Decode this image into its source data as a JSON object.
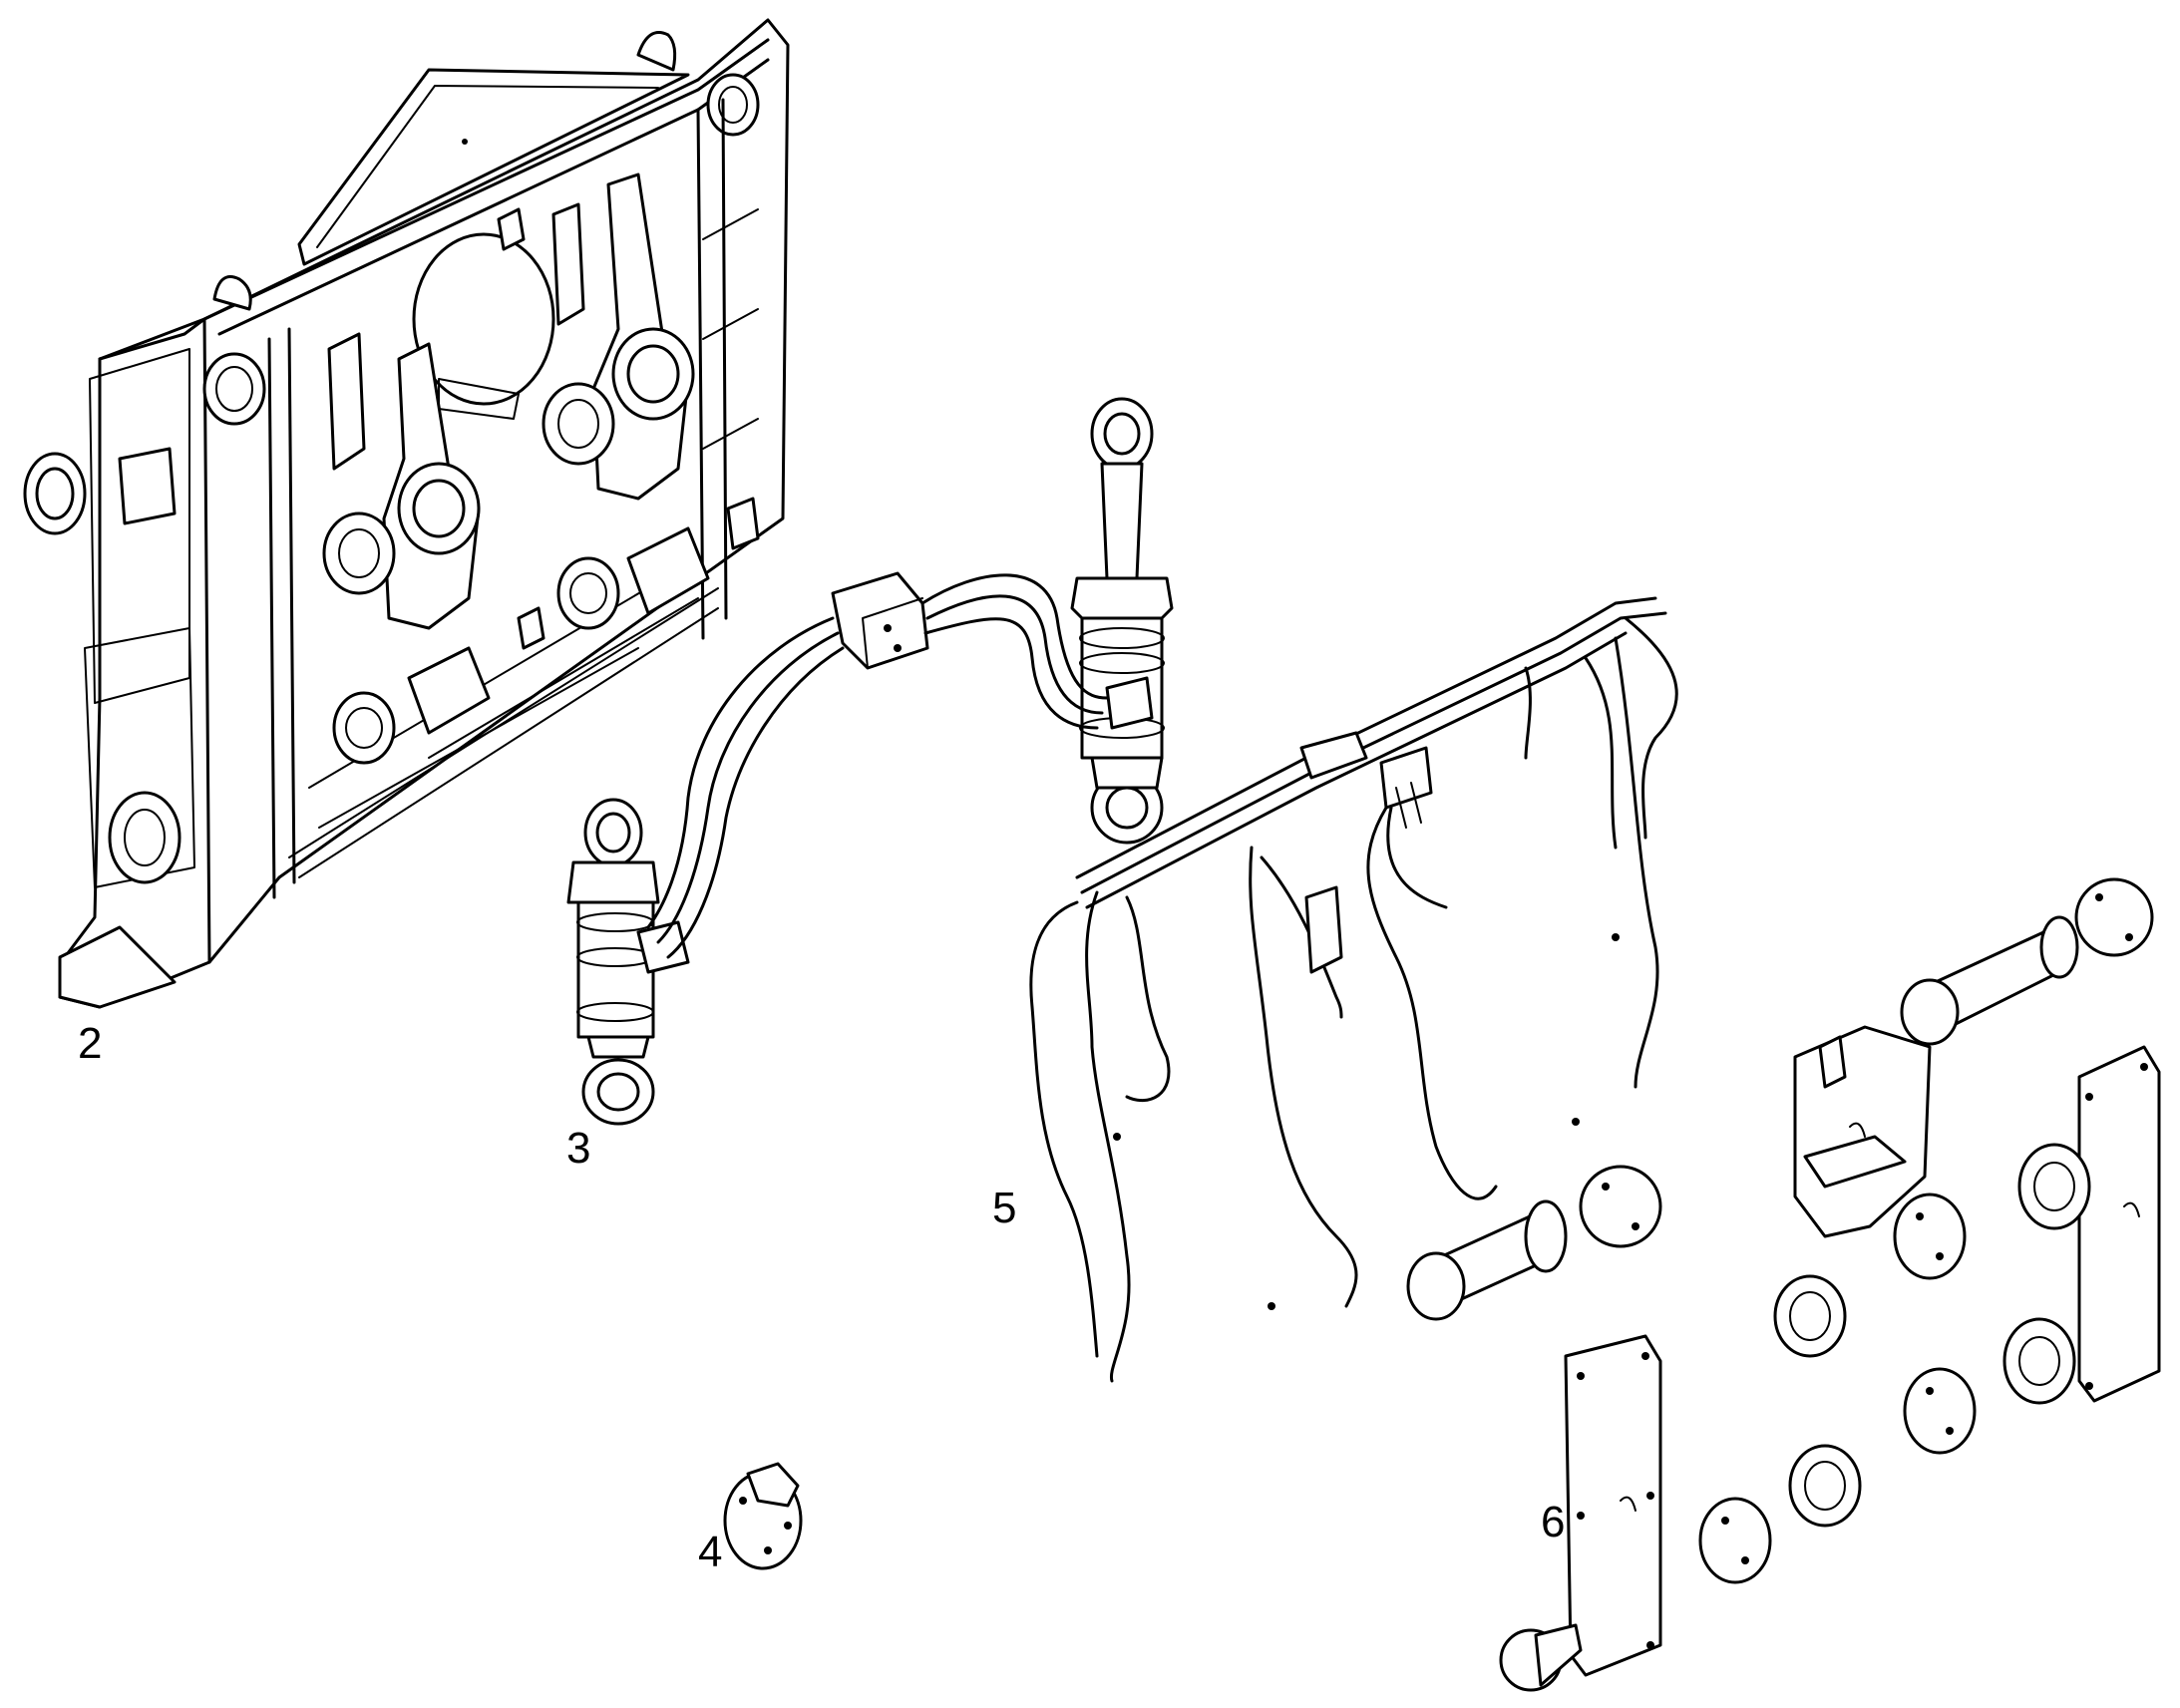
{
  "callouts": {
    "frame": "2",
    "cylinders": "3",
    "cap": "4",
    "harness": "5",
    "covers": "6"
  }
}
